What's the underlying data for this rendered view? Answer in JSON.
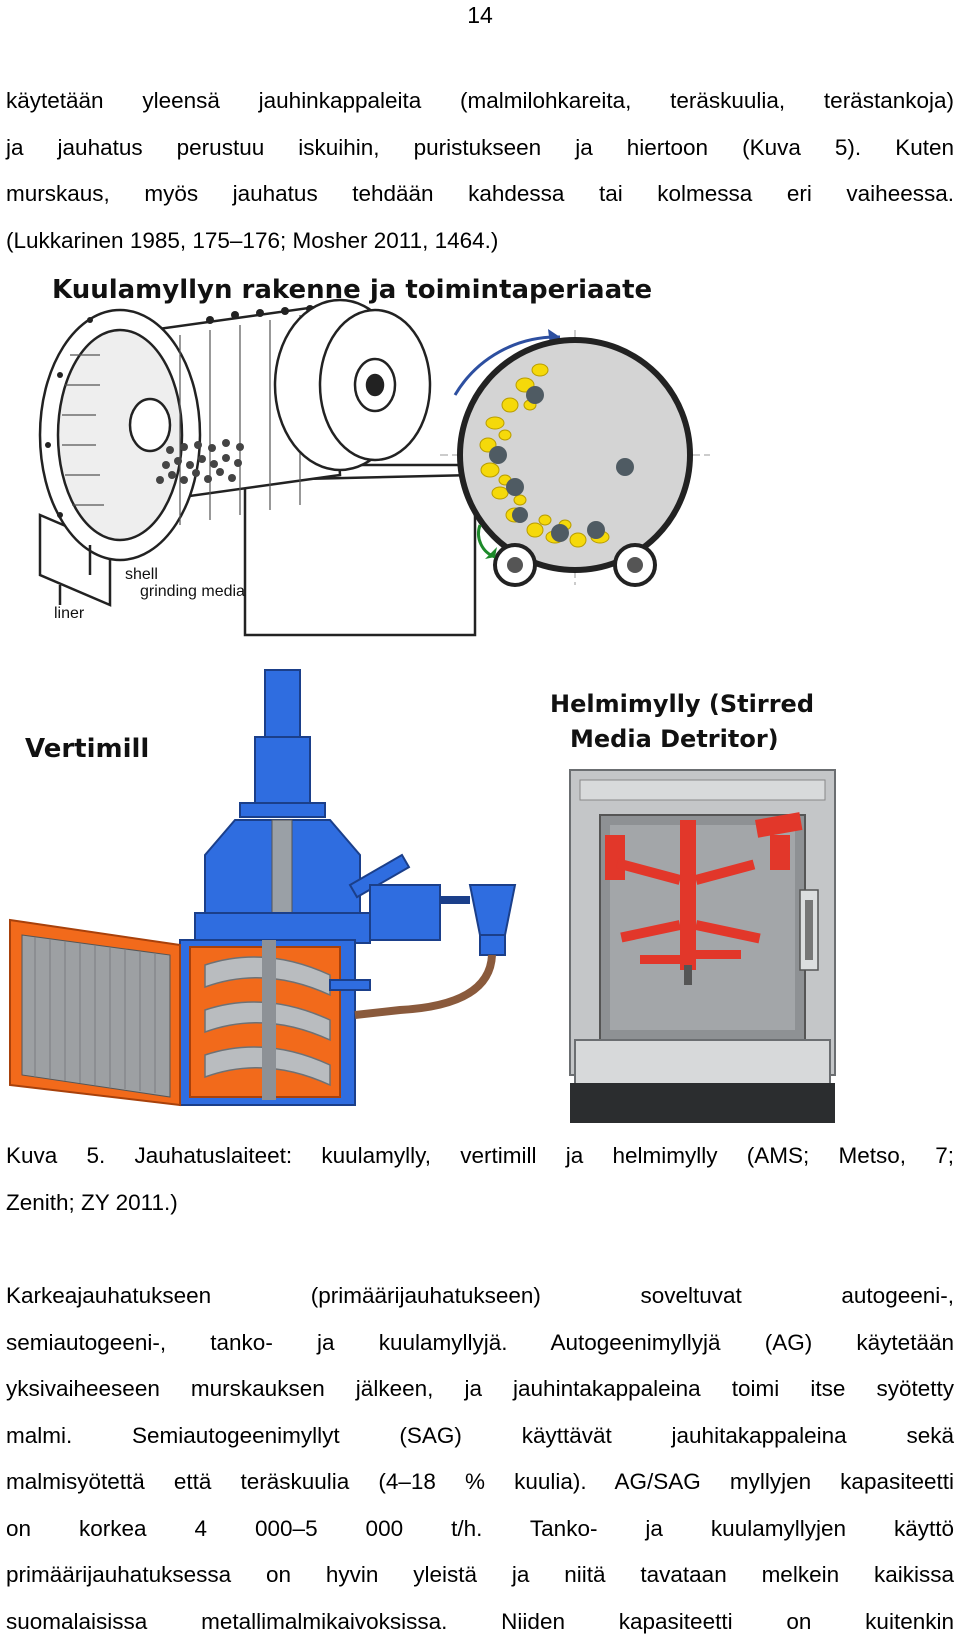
{
  "page_number": "14",
  "paragraph_1": [
    "käytetään yleensä jauhinkappaleita (malmilohkareita, teräskuulia, terästankoja)",
    "ja jauhatus perustuu iskuihin, puristukseen ja hiertoon (Kuva 5). Kuten",
    "murskaus, myös jauhatus tehdään kahdessa tai kolmessa eri vaiheessa.",
    "(Lukkarinen 1985, 175–176; Mosher 2011, 1464.)"
  ],
  "figure": {
    "ball_mill_title": "Kuulamyllyn rakenne ja toimintaperiaate",
    "label_shell": "shell",
    "label_grinding_media": "grinding media",
    "label_liner": "liner",
    "vertimill_title": "Vertimill",
    "helmimylly_title_line1": "Helmimylly (Stirred",
    "helmimylly_title_line2": "Media Detritor)",
    "colors": {
      "ball_yellow": "#f5d90a",
      "ball_steel": "#4f5b63",
      "vertimill_blue": "#2f6de0",
      "vertimill_orange": "#f26a1b",
      "detritor_red": "#e2372a",
      "detritor_grey": "#c4c6c8"
    }
  },
  "caption": [
    "Kuva 5. Jauhatuslaiteet: kuulamylly, vertimill ja helmimylly (AMS; Metso, 7;",
    "Zenith; ZY 2011.)"
  ],
  "paragraph_2": [
    "Karkeajauhatukseen (primäärijauhatukseen) soveltuvat autogeeni-,",
    "semiautogeeni-, tanko- ja kuulamyllyjä. Autogeenimyllyjä (AG) käytetään",
    "yksivaiheeseen murskauksen jälkeen, ja jauhintakappaleina toimi itse syötetty",
    "malmi. Semiautogeenimyllyt (SAG) käyttävät jauhitakappaleina sekä",
    "malmisyötettä että teräskuulia (4–18 % kuulia). AG/SAG myllyjen kapasiteetti",
    "on korkea 4 000–5 000 t/h. Tanko- ja kuulamyllyjen käyttö",
    "primäärijauhatuksessa on hyvin yleistä ja niitä tavataan melkein kaikissa",
    "suomalaisissa metallimalmikaivoksissa. Niiden kapasiteetti on kuitenkin"
  ]
}
